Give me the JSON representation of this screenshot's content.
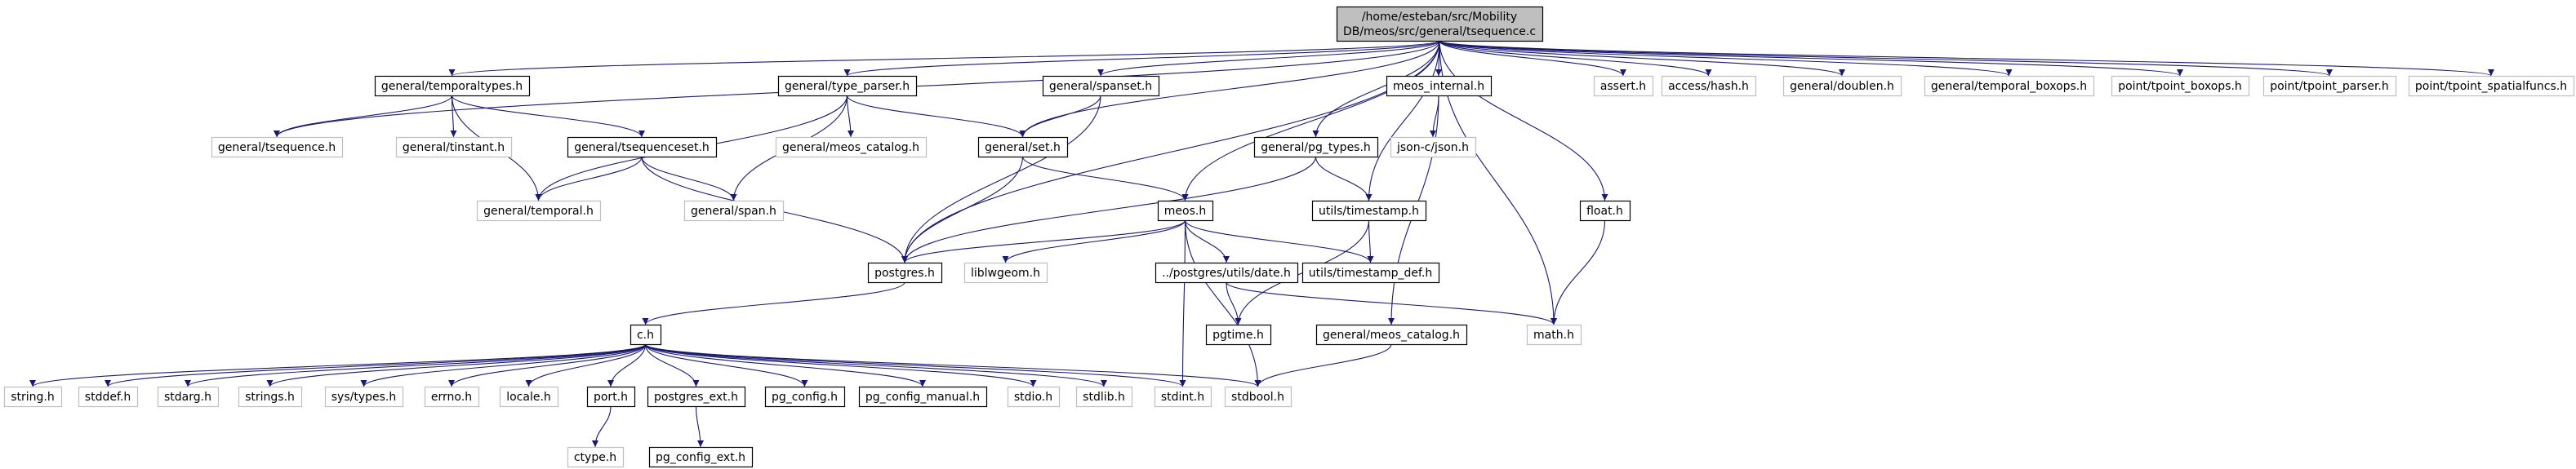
{
  "diagram": {
    "colors": {
      "edge": "#191970",
      "root_fill": "#bfbfbf",
      "solid_border": "#000000",
      "missing_border": "#bfbfbf",
      "text": "#000000"
    },
    "nodes": [
      {
        "id": "root",
        "lines": [
          "/home/esteban/src/Mobility",
          "DB/meos/src/general/tsequence.c"
        ],
        "kind": "root"
      },
      {
        "id": "temporaltypes",
        "lines": [
          "general/temporaltypes.h"
        ],
        "kind": "solid"
      },
      {
        "id": "tsequence_h",
        "lines": [
          "general/tsequence.h"
        ],
        "kind": "missing"
      },
      {
        "id": "tinstant",
        "lines": [
          "general/tinstant.h"
        ],
        "kind": "missing"
      },
      {
        "id": "tsequenceset",
        "lines": [
          "general/tsequenceset.h"
        ],
        "kind": "solid"
      },
      {
        "id": "temporal",
        "lines": [
          "general/temporal.h"
        ],
        "kind": "missing"
      },
      {
        "id": "type_parser",
        "lines": [
          "general/type_parser.h"
        ],
        "kind": "solid"
      },
      {
        "id": "meos_catalog_top",
        "lines": [
          "general/meos_catalog.h"
        ],
        "kind": "missing"
      },
      {
        "id": "span",
        "lines": [
          "general/span.h"
        ],
        "kind": "missing"
      },
      {
        "id": "spanset",
        "lines": [
          "general/spanset.h"
        ],
        "kind": "solid"
      },
      {
        "id": "set",
        "lines": [
          "general/set.h"
        ],
        "kind": "solid"
      },
      {
        "id": "pg_types",
        "lines": [
          "general/pg_types.h"
        ],
        "kind": "solid"
      },
      {
        "id": "meos_h",
        "lines": [
          "meos.h"
        ],
        "kind": "solid"
      },
      {
        "id": "meos_internal",
        "lines": [
          "meos_internal.h"
        ],
        "kind": "solid"
      },
      {
        "id": "jsonc",
        "lines": [
          "json-c/json.h"
        ],
        "kind": "missing"
      },
      {
        "id": "timestamp",
        "lines": [
          "utils/timestamp.h"
        ],
        "kind": "solid"
      },
      {
        "id": "timestamp_def",
        "lines": [
          "utils/timestamp_def.h"
        ],
        "kind": "solid"
      },
      {
        "id": "float_h",
        "lines": [
          "float.h"
        ],
        "kind": "solid"
      },
      {
        "id": "assert",
        "lines": [
          "assert.h"
        ],
        "kind": "missing"
      },
      {
        "id": "access_hash",
        "lines": [
          "access/hash.h"
        ],
        "kind": "missing"
      },
      {
        "id": "doublen",
        "lines": [
          "general/doublen.h"
        ],
        "kind": "missing"
      },
      {
        "id": "temporal_boxops",
        "lines": [
          "general/temporal_boxops.h"
        ],
        "kind": "missing"
      },
      {
        "id": "tpoint_boxops",
        "lines": [
          "point/tpoint_boxops.h"
        ],
        "kind": "missing"
      },
      {
        "id": "tpoint_parser",
        "lines": [
          "point/tpoint_parser.h"
        ],
        "kind": "missing"
      },
      {
        "id": "tpoint_spatialfuncs",
        "lines": [
          "point/tpoint_spatialfuncs.h"
        ],
        "kind": "missing"
      },
      {
        "id": "postgres",
        "lines": [
          "postgres.h"
        ],
        "kind": "solid"
      },
      {
        "id": "liblwgeom",
        "lines": [
          "liblwgeom.h"
        ],
        "kind": "missing"
      },
      {
        "id": "date_h",
        "lines": [
          "../postgres/utils/date.h"
        ],
        "kind": "solid"
      },
      {
        "id": "pgtime",
        "lines": [
          "pgtime.h"
        ],
        "kind": "solid"
      },
      {
        "id": "meos_catalog_bottom",
        "lines": [
          "general/meos_catalog.h"
        ],
        "kind": "solid"
      },
      {
        "id": "math_h",
        "lines": [
          "math.h"
        ],
        "kind": "missing"
      },
      {
        "id": "c_h",
        "lines": [
          "c.h"
        ],
        "kind": "solid"
      },
      {
        "id": "string_h",
        "lines": [
          "string.h"
        ],
        "kind": "missing"
      },
      {
        "id": "stddef",
        "lines": [
          "stddef.h"
        ],
        "kind": "missing"
      },
      {
        "id": "stdarg",
        "lines": [
          "stdarg.h"
        ],
        "kind": "missing"
      },
      {
        "id": "strings_h",
        "lines": [
          "strings.h"
        ],
        "kind": "missing"
      },
      {
        "id": "sys_types",
        "lines": [
          "sys/types.h"
        ],
        "kind": "missing"
      },
      {
        "id": "errno_h",
        "lines": [
          "errno.h"
        ],
        "kind": "missing"
      },
      {
        "id": "locale_h",
        "lines": [
          "locale.h"
        ],
        "kind": "missing"
      },
      {
        "id": "port_h",
        "lines": [
          "port.h"
        ],
        "kind": "solid"
      },
      {
        "id": "postgres_ext",
        "lines": [
          "postgres_ext.h"
        ],
        "kind": "solid"
      },
      {
        "id": "pg_config",
        "lines": [
          "pg_config.h"
        ],
        "kind": "solid"
      },
      {
        "id": "pg_config_manual",
        "lines": [
          "pg_config_manual.h"
        ],
        "kind": "solid"
      },
      {
        "id": "stdio",
        "lines": [
          "stdio.h"
        ],
        "kind": "missing"
      },
      {
        "id": "stdlib",
        "lines": [
          "stdlib.h"
        ],
        "kind": "missing"
      },
      {
        "id": "stdint",
        "lines": [
          "stdint.h"
        ],
        "kind": "missing"
      },
      {
        "id": "stdbool",
        "lines": [
          "stdbool.h"
        ],
        "kind": "missing"
      },
      {
        "id": "ctype",
        "lines": [
          "ctype.h"
        ],
        "kind": "missing"
      },
      {
        "id": "pg_config_ext",
        "lines": [
          "pg_config_ext.h"
        ],
        "kind": "solid"
      }
    ],
    "edges": [
      [
        "root",
        "temporaltypes"
      ],
      [
        "root",
        "tsequence_h"
      ],
      [
        "root",
        "type_parser"
      ],
      [
        "root",
        "spanset"
      ],
      [
        "root",
        "set"
      ],
      [
        "root",
        "postgres"
      ],
      [
        "root",
        "meos_h"
      ],
      [
        "root",
        "pg_types"
      ],
      [
        "root",
        "timestamp"
      ],
      [
        "root",
        "meos_internal"
      ],
      [
        "root",
        "math_h"
      ],
      [
        "root",
        "float_h"
      ],
      [
        "root",
        "assert"
      ],
      [
        "root",
        "access_hash"
      ],
      [
        "root",
        "doublen"
      ],
      [
        "root",
        "temporal_boxops"
      ],
      [
        "root",
        "tpoint_boxops"
      ],
      [
        "root",
        "tpoint_parser"
      ],
      [
        "root",
        "tpoint_spatialfuncs"
      ],
      [
        "temporaltypes",
        "tsequence_h"
      ],
      [
        "temporaltypes",
        "tinstant"
      ],
      [
        "temporaltypes",
        "tsequenceset"
      ],
      [
        "temporaltypes",
        "temporal"
      ],
      [
        "tsequenceset",
        "temporal"
      ],
      [
        "tsequenceset",
        "span"
      ],
      [
        "tsequenceset",
        "postgres"
      ],
      [
        "type_parser",
        "temporal"
      ],
      [
        "type_parser",
        "meos_catalog_top"
      ],
      [
        "type_parser",
        "span"
      ],
      [
        "type_parser",
        "set"
      ],
      [
        "spanset",
        "set"
      ],
      [
        "spanset",
        "postgres"
      ],
      [
        "set",
        "postgres"
      ],
      [
        "set",
        "meos_h"
      ],
      [
        "pg_types",
        "postgres"
      ],
      [
        "pg_types",
        "timestamp"
      ],
      [
        "meos_h",
        "postgres"
      ],
      [
        "meos_h",
        "liblwgeom"
      ],
      [
        "meos_h",
        "date_h"
      ],
      [
        "meos_h",
        "timestamp_def"
      ],
      [
        "meos_h",
        "stdint"
      ],
      [
        "meos_h",
        "stdbool"
      ],
      [
        "timestamp",
        "timestamp_def"
      ],
      [
        "timestamp",
        "pgtime"
      ],
      [
        "meos_internal",
        "jsonc"
      ],
      [
        "meos_internal",
        "meos_catalog_bottom"
      ],
      [
        "float_h",
        "math_h"
      ],
      [
        "date_h",
        "pgtime"
      ],
      [
        "date_h",
        "math_h"
      ],
      [
        "meos_catalog_bottom",
        "stdbool"
      ],
      [
        "postgres",
        "c_h"
      ],
      [
        "c_h",
        "string_h"
      ],
      [
        "c_h",
        "stddef"
      ],
      [
        "c_h",
        "stdarg"
      ],
      [
        "c_h",
        "strings_h"
      ],
      [
        "c_h",
        "sys_types"
      ],
      [
        "c_h",
        "errno_h"
      ],
      [
        "c_h",
        "locale_h"
      ],
      [
        "c_h",
        "port_h"
      ],
      [
        "c_h",
        "postgres_ext"
      ],
      [
        "c_h",
        "pg_config"
      ],
      [
        "c_h",
        "pg_config_manual"
      ],
      [
        "c_h",
        "stdio"
      ],
      [
        "c_h",
        "stdlib"
      ],
      [
        "c_h",
        "stdint"
      ],
      [
        "c_h",
        "stdbool"
      ],
      [
        "port_h",
        "ctype"
      ],
      [
        "postgres_ext",
        "pg_config_ext"
      ]
    ]
  }
}
